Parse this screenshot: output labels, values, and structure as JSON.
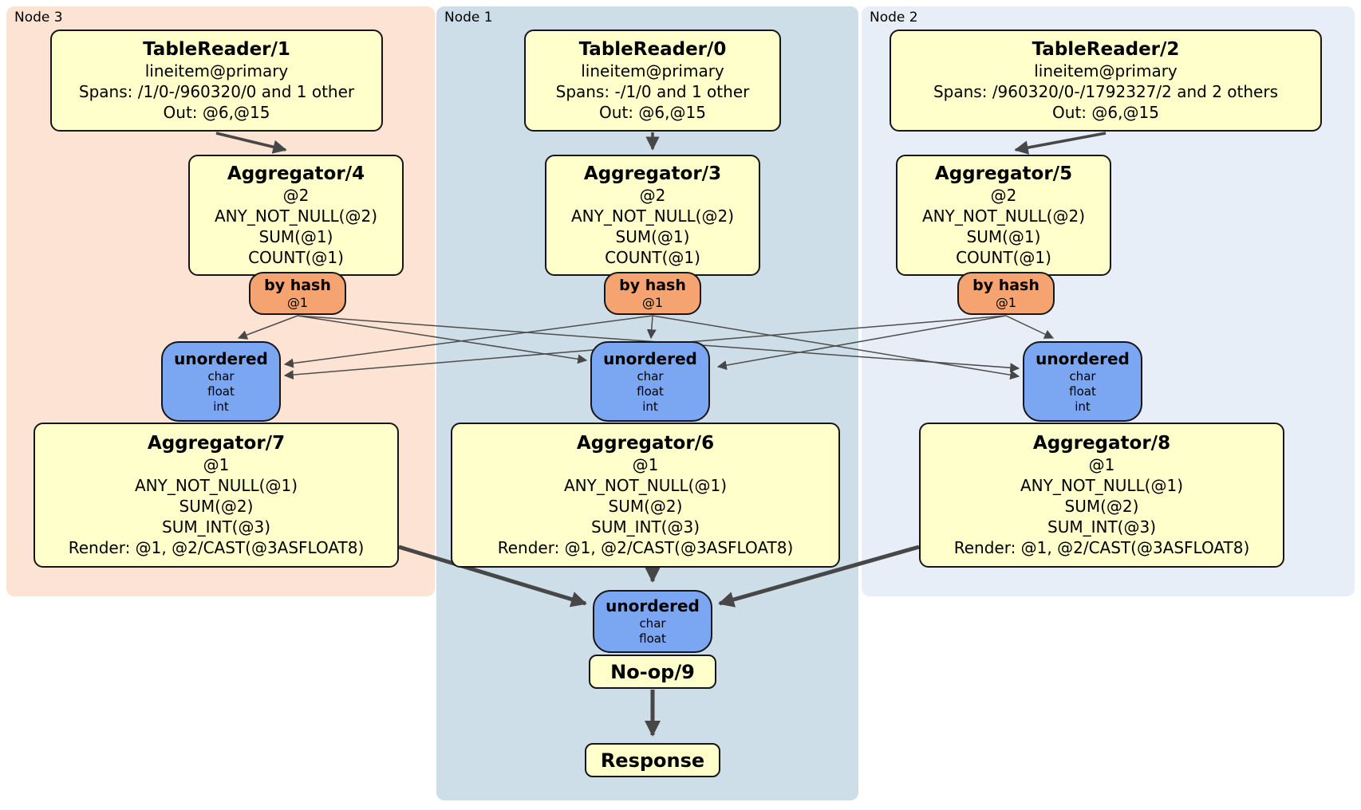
{
  "panels": {
    "node3": {
      "label": "Node 3"
    },
    "node1": {
      "label": "Node 1"
    },
    "node2": {
      "label": "Node 2"
    }
  },
  "processors": {
    "tr1": {
      "title": "TableReader/1",
      "lines": [
        "lineitem@primary",
        "Spans: /1/0-/960320/0 and 1 other",
        "Out: @6,@15"
      ]
    },
    "tr0": {
      "title": "TableReader/0",
      "lines": [
        "lineitem@primary",
        "Spans: -/1/0 and 1 other",
        "Out: @6,@15"
      ]
    },
    "tr2": {
      "title": "TableReader/2",
      "lines": [
        "lineitem@primary",
        "Spans: /960320/0-/1792327/2 and 2 others",
        "Out: @6,@15"
      ]
    },
    "agg4": {
      "title": "Aggregator/4",
      "lines": [
        "@2",
        "ANY_NOT_NULL(@2)",
        "SUM(@1)",
        "COUNT(@1)"
      ]
    },
    "agg3": {
      "title": "Aggregator/3",
      "lines": [
        "@2",
        "ANY_NOT_NULL(@2)",
        "SUM(@1)",
        "COUNT(@1)"
      ]
    },
    "agg5": {
      "title": "Aggregator/5",
      "lines": [
        "@2",
        "ANY_NOT_NULL(@2)",
        "SUM(@1)",
        "COUNT(@1)"
      ]
    },
    "agg7": {
      "title": "Aggregator/7",
      "lines": [
        "@1",
        "ANY_NOT_NULL(@1)",
        "SUM(@2)",
        "SUM_INT(@3)",
        "Render: @1, @2/CAST(@3ASFLOAT8)"
      ]
    },
    "agg6": {
      "title": "Aggregator/6",
      "lines": [
        "@1",
        "ANY_NOT_NULL(@1)",
        "SUM(@2)",
        "SUM_INT(@3)",
        "Render: @1, @2/CAST(@3ASFLOAT8)"
      ]
    },
    "agg8": {
      "title": "Aggregator/8",
      "lines": [
        "@1",
        "ANY_NOT_NULL(@1)",
        "SUM(@2)",
        "SUM_INT(@3)",
        "Render: @1, @2/CAST(@3ASFLOAT8)"
      ]
    },
    "noop": {
      "title": "No-op/9"
    },
    "response": {
      "title": "Response"
    }
  },
  "routers": {
    "left": {
      "title": "by hash",
      "detail": "@1"
    },
    "mid": {
      "title": "by hash",
      "detail": "@1"
    },
    "right": {
      "title": "by hash",
      "detail": "@1"
    }
  },
  "syncs": {
    "left": {
      "title": "unordered",
      "items": [
        "char",
        "float",
        "int"
      ]
    },
    "mid": {
      "title": "unordered",
      "items": [
        "char",
        "float",
        "int"
      ]
    },
    "right": {
      "title": "unordered",
      "items": [
        "char",
        "float",
        "int"
      ]
    },
    "final": {
      "title": "unordered",
      "items": [
        "char",
        "float"
      ]
    }
  },
  "colors": {
    "node3_bg": "#fce3d4",
    "node1_bg": "#cedee9",
    "node2_bg": "#e8eef7",
    "processor_bg": "#ffffcc",
    "router_bg": "#f5a471",
    "sync_bg": "#7aa6f2",
    "edge": "#474747",
    "border": "#161616"
  }
}
